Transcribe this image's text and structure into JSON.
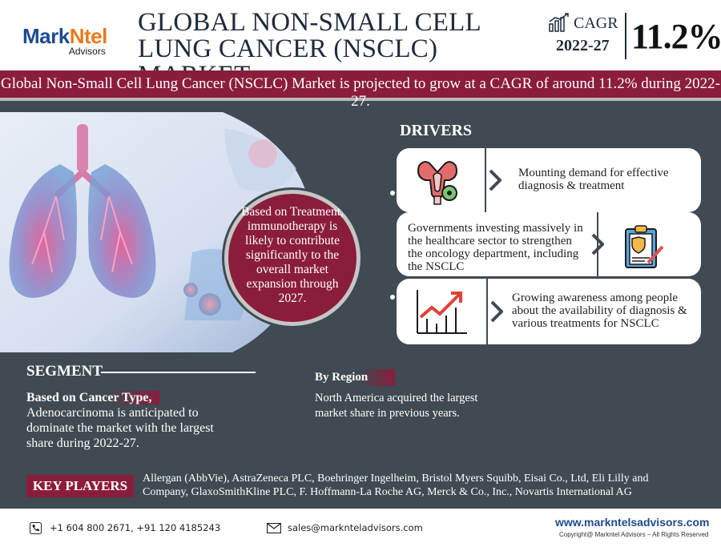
{
  "header": {
    "logo_part1": "Mark",
    "logo_part2": "Ntel",
    "logo_sub": "Advisors",
    "title": "GLOBAL NON-SMALL CELL LUNG CANCER (NSCLC) MARKET",
    "cagr_label": "CAGR",
    "cagr_years": "2022-27",
    "cagr_value": "11.2%"
  },
  "banner": {
    "text": "Global Non-Small Cell Lung Cancer (NSCLC) Market is projected to grow at a CAGR of around 11.2% during 2022-27."
  },
  "callout": {
    "text": "Based on Treatment, immunotherapy is likely to contribute significantly to the overall market expansion through 2027."
  },
  "drivers": {
    "title": "DRIVERS",
    "items": [
      {
        "text": "Mounting demand for effective diagnosis & treatment",
        "icon": "uterus-icon"
      },
      {
        "text": "Governments investing massively in the healthcare sector to strengthen the oncology department, including the NSCLC",
        "icon": "clipboard-shield-icon"
      },
      {
        "text": "Growing awareness among people about the availability of diagnosis & various treatments for NSCLC",
        "icon": "growth-chart-icon"
      }
    ]
  },
  "segment": {
    "title": "SEGMENT",
    "bold": "Based on Cancer Type,",
    "text": "Adenocarcinoma is anticipated to dominate the market with the largest share during 2022-27."
  },
  "region": {
    "title": "By Region",
    "text": "North America acquired the largest market share in previous years."
  },
  "key_players": {
    "label_part1": "KEY",
    "label_part2": "PLAYERS",
    "text": "Allergan (AbbVie), AstraZeneca PLC, Boehringer Ingelheim, Bristol Myers Squibb, Eisai Co., Ltd, Eli Lilly and Company, GlaxoSmithKline PLC, F. Hoffmann-La Roche AG, Merck & Co., Inc., Novartis International AG"
  },
  "footer": {
    "phone": "+1 604 800 2671, +91 120 4185243",
    "email": "sales@marknteladvisors.com",
    "website": "www.markntelsadvisors.com",
    "copyright": "Copyright@ Markntel Advisors – All Rights Reserved"
  },
  "colors": {
    "background": "#3f4a52",
    "accent": "#8b1d3c",
    "logo_blue": "#1e4a8e",
    "logo_orange": "#e87a1e"
  }
}
